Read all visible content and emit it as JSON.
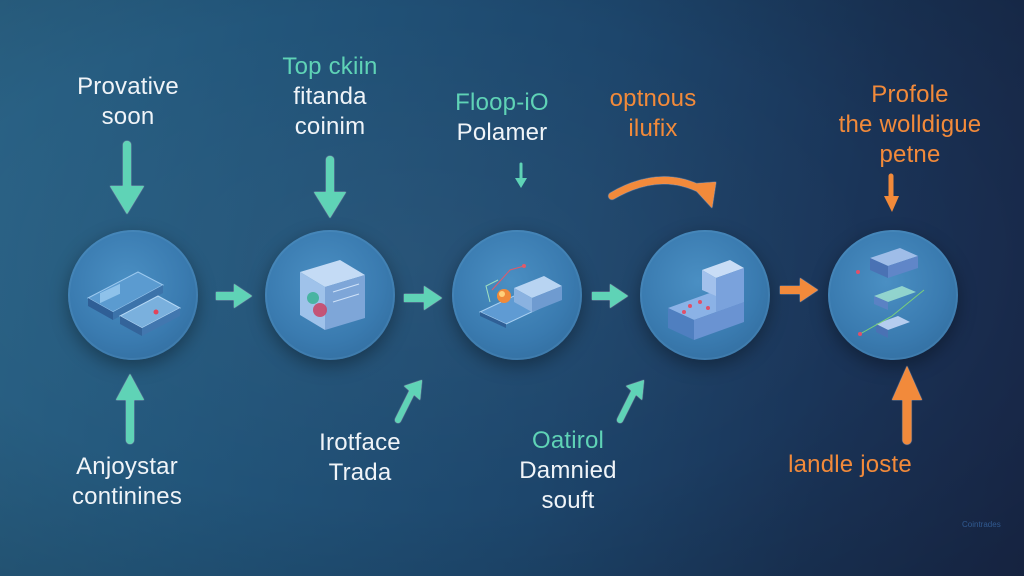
{
  "diagram": {
    "colors": {
      "teal": "#5fd3b6",
      "orange": "#f28a3a",
      "white": "#f0f4f8",
      "node": "#3a7bb0",
      "background_start": "#2a6285",
      "background_end": "#1a2a4d"
    },
    "nodes": [
      {
        "id": "node-1",
        "icon": "stacked-cards-icon",
        "top_label": {
          "lines": [
            "Provative",
            "soon"
          ],
          "color": "white"
        },
        "bottom_label": {
          "lines": [
            "Anjoystar",
            "continines"
          ],
          "color": "white"
        }
      },
      {
        "id": "node-2",
        "icon": "server-cube-icon",
        "top_label": {
          "lines": [
            "Top ckiin",
            "fitanda",
            "coinim"
          ],
          "colors": [
            "teal",
            "white",
            "white"
          ]
        },
        "bottom_label": {
          "lines": [
            "Irotface",
            "Trada"
          ],
          "color": "white"
        }
      },
      {
        "id": "node-3",
        "icon": "circuit-chip-icon",
        "top_label": {
          "lines": [
            "Floop-iO",
            "Polamer"
          ],
          "colors": [
            "teal",
            "white"
          ]
        },
        "bottom_label": {
          "lines": [
            "Oatirol",
            "Damnied",
            "souft"
          ],
          "colors": [
            "teal",
            "white",
            "white"
          ]
        }
      },
      {
        "id": "node-4",
        "icon": "machine-block-icon",
        "top_label": {
          "lines": [
            "optnous",
            "ilufix"
          ],
          "color": "orange"
        },
        "bottom_label": null
      },
      {
        "id": "node-5",
        "icon": "stacked-devices-icon",
        "top_label": {
          "lines": [
            "Profole",
            "the wolldigue",
            "petne"
          ],
          "color": "orange"
        },
        "bottom_label": {
          "lines": [
            "landle joste"
          ],
          "color": "orange"
        }
      }
    ],
    "connectors": [
      {
        "from": "node-1",
        "to": "node-2",
        "color": "teal",
        "icon": "arrow-right-icon"
      },
      {
        "from": "node-2",
        "to": "node-3",
        "color": "teal",
        "icon": "arrow-right-icon"
      },
      {
        "from": "node-3",
        "to": "node-4",
        "color": "teal",
        "icon": "arrow-right-icon"
      },
      {
        "from": "node-4",
        "to": "node-5",
        "color": "orange",
        "icon": "arrow-right-icon"
      }
    ],
    "watermark": "Cointrades"
  },
  "labels": {
    "n1_top_1": "Provative",
    "n1_top_2": "soon",
    "n2_top_1": "Top ckiin",
    "n2_top_2": "fitanda",
    "n2_top_3": "coinim",
    "n3_top_1": "Floop-iO",
    "n3_top_2": "Polamer",
    "n4_top_1": "optnous",
    "n4_top_2": "ilufix",
    "n5_top_1": "Profole",
    "n5_top_2": "the wolldigue",
    "n5_top_3": "petne",
    "n1_bot_1": "Anjoystar",
    "n1_bot_2": "continines",
    "n2_bot_1": "Irotface",
    "n2_bot_2": "Trada",
    "n3_bot_1": "Oatirol",
    "n3_bot_2": "Damnied",
    "n3_bot_3": "souft",
    "n5_bot_1": "landle joste",
    "watermark": "Cointrades"
  }
}
